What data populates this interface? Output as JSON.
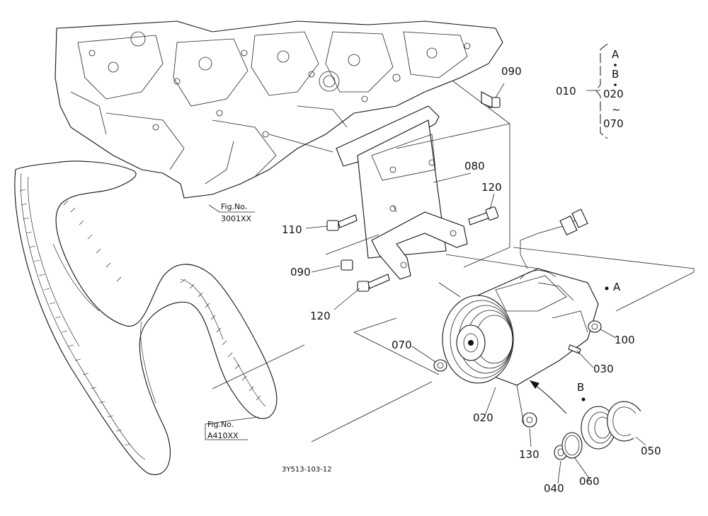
{
  "diagram": {
    "code": "3Y513-103-12",
    "references": [
      {
        "id": "ref-engine",
        "line1": "Fig.No.",
        "line2": "3001XX"
      },
      {
        "id": "ref-belt",
        "line1": "Fig.No.",
        "line2": "A410XX"
      }
    ],
    "callouts": {
      "p010": "010",
      "p020": "020",
      "p030": "030",
      "p040": "040",
      "p060": "060",
      "p050": "050",
      "p070": "070",
      "p080": "080",
      "p090a": "090",
      "p090b": "090",
      "p100": "100",
      "p110": "110",
      "p120a": "120",
      "p120b": "120",
      "p130": "130",
      "markA": "A",
      "markB": "B"
    },
    "bracket_group": {
      "items": [
        "A",
        "B",
        "020",
        "~",
        "070"
      ]
    }
  }
}
